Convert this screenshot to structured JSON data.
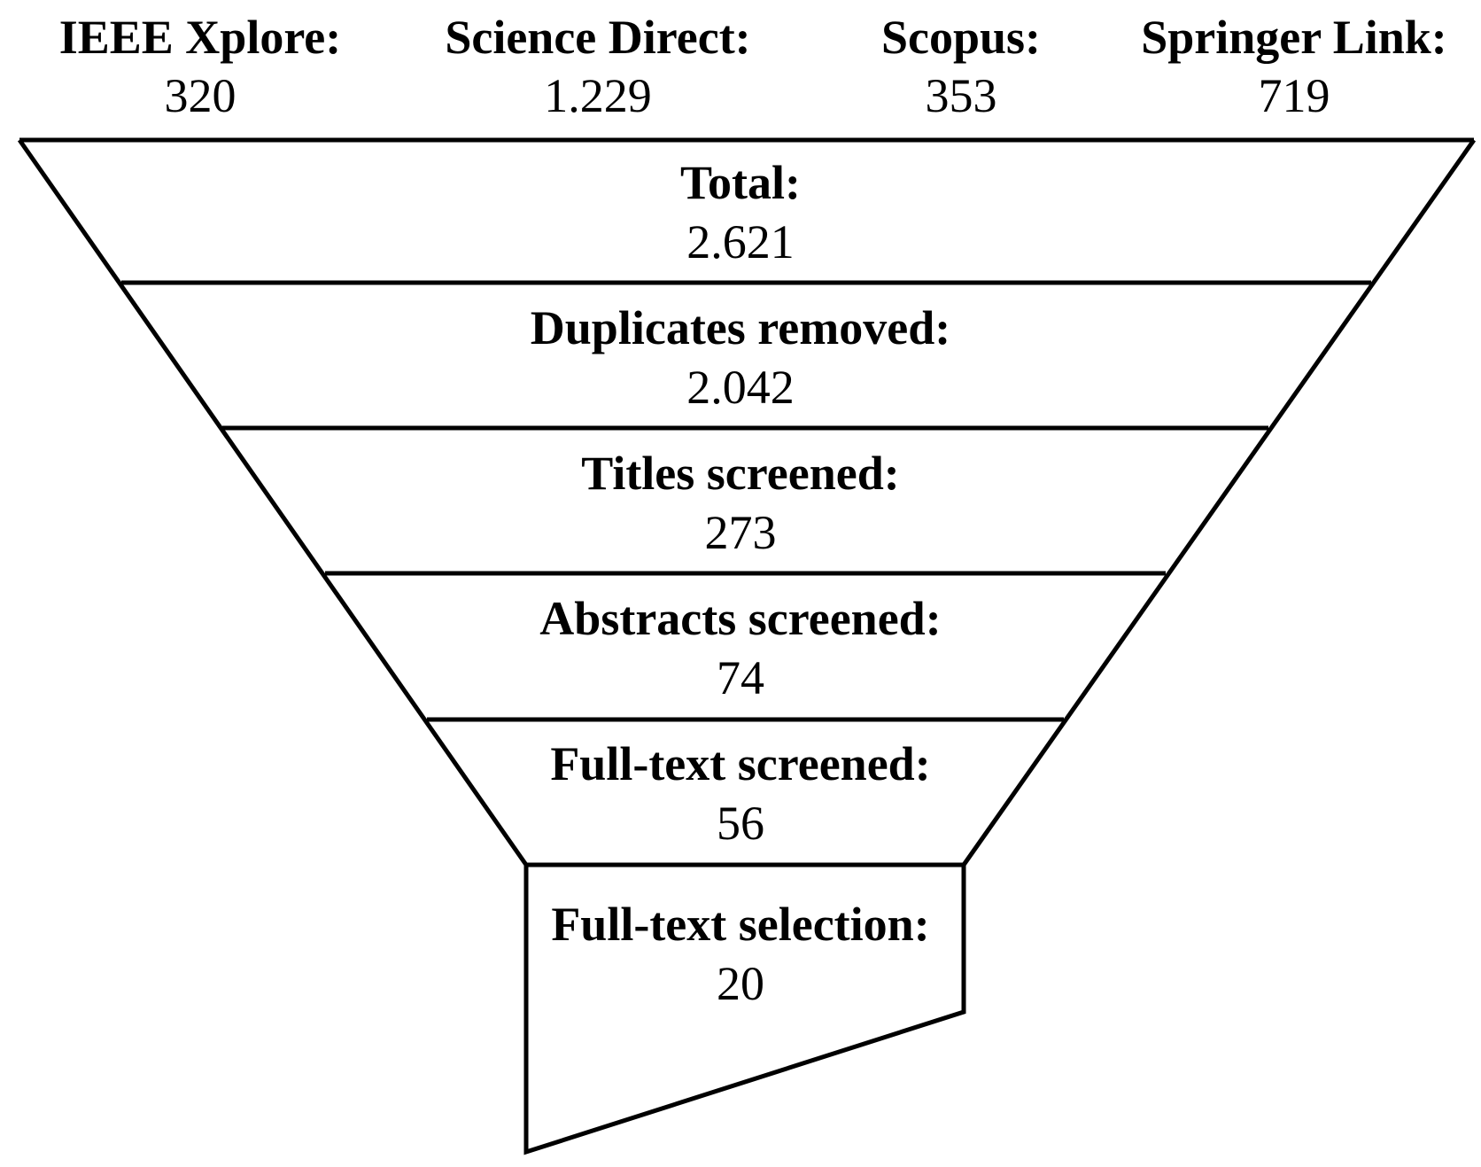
{
  "sources": [
    {
      "label": "IEEE Xplore:",
      "count": "320"
    },
    {
      "label": "Science Direct:",
      "count": "1.229"
    },
    {
      "label": "Scopus:",
      "count": "353"
    },
    {
      "label": "Springer Link:",
      "count": "719"
    }
  ],
  "stages": [
    {
      "label": "Total:",
      "count": "2.621"
    },
    {
      "label": "Duplicates removed:",
      "count": "2.042"
    },
    {
      "label": "Titles screened:",
      "count": "273"
    },
    {
      "label": "Abstracts screened:",
      "count": "74"
    },
    {
      "label": "Full-text screened:",
      "count": "56"
    },
    {
      "label": "Full-text selection:",
      "count": "20"
    }
  ],
  "colors": {
    "stroke": "#000000",
    "background": "#ffffff"
  }
}
